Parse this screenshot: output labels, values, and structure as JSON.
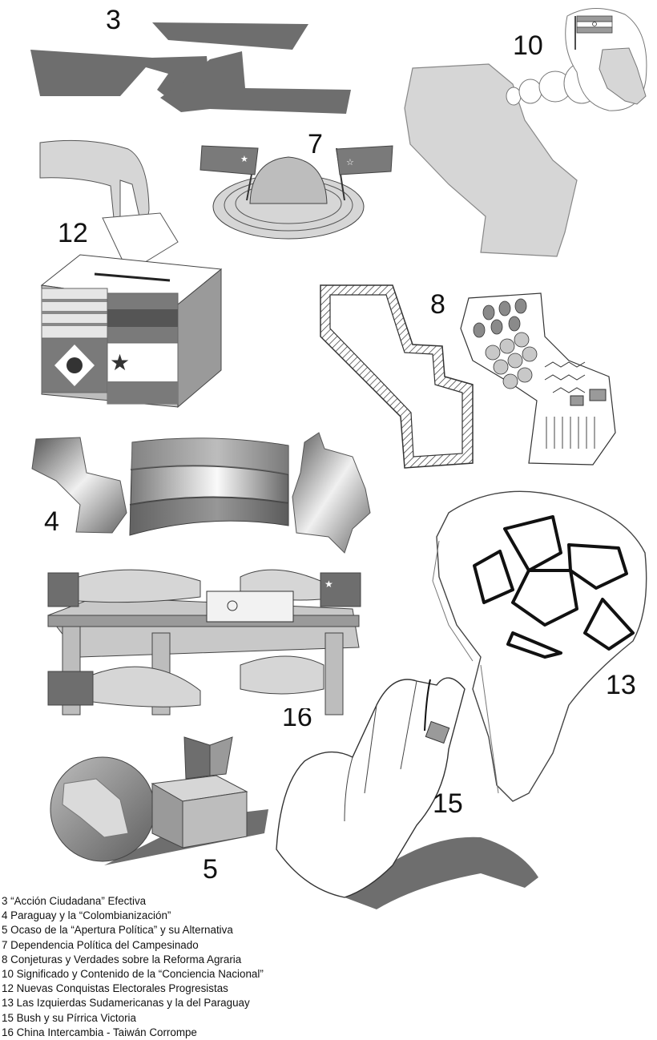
{
  "illustrations": [
    {
      "number": "3",
      "icon": "clasped-hands-icon"
    },
    {
      "number": "10",
      "icon": "thought-bubble-map-icon"
    },
    {
      "number": "7",
      "icon": "peasant-hat-flags-icon"
    },
    {
      "number": "12",
      "icon": "ballot-box-flags-icon"
    },
    {
      "number": "8",
      "icon": "map-outline-agrarian-icon"
    },
    {
      "number": "4",
      "icon": "flag-between-maps-icon"
    },
    {
      "number": "13",
      "icon": "hands-over-continent-icon"
    },
    {
      "number": "16",
      "icon": "table-under-the-table-icon"
    },
    {
      "number": "15",
      "icon": "victory-hand-icon"
    },
    {
      "number": "5",
      "icon": "globe-ballot-box-icon"
    }
  ],
  "captions": [
    "3 “Acción Ciudadana” Efectiva",
    "4 Paraguay y la “Colombianización”",
    "5 Ocaso de la “Apertura Política” y su Alternativa",
    "7 Dependencia Política del Campesinado",
    "8 Conjeturas y Verdades sobre la Reforma Agraria",
    "10 Significado y Contenido de la “Conciencia Nacional”",
    "12 Nuevas Conquistas Electorales Progresistas",
    "13 Las Izquierdas Sudamericanas y la del Paraguay",
    "15 Bush y su Pírrica Victoria",
    "16 China Intercambia - Taiwán Corrompe"
  ],
  "colors": {
    "dark": "#6e6e6e",
    "mid": "#9a9a9a",
    "light": "#d4d4d4",
    "line": "#222222"
  }
}
